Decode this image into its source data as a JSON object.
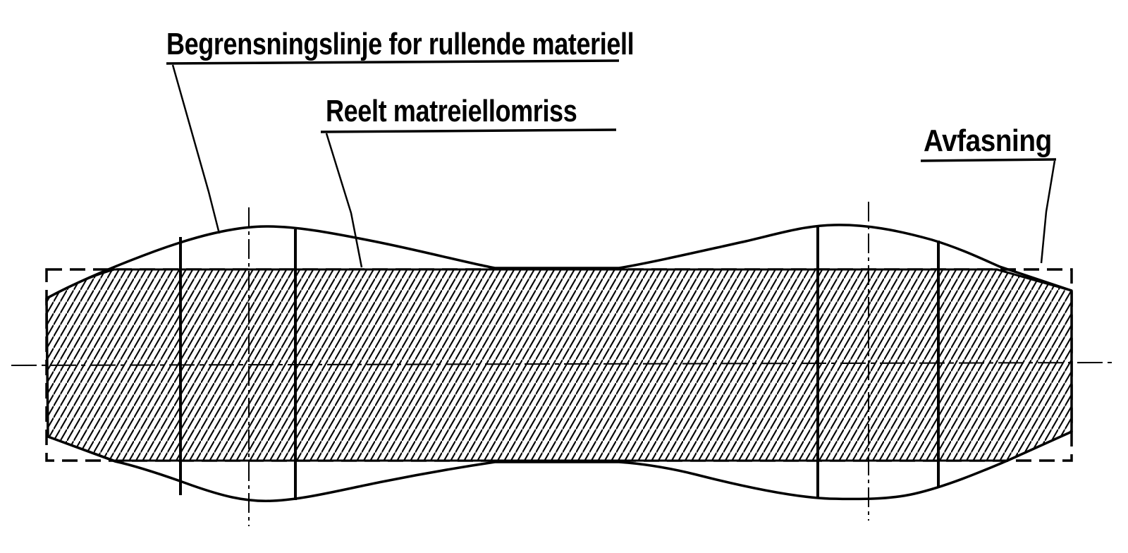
{
  "drawing": {
    "type": "technical-section-diagram",
    "language": "Norwegian",
    "colors": {
      "ink": "#000000",
      "background": "#ffffff"
    },
    "labels": {
      "limit_line": "Begrensningslinje for rullende materiell",
      "material_outline": "Reelt matreiellomriss",
      "chamfer": "Avfasning"
    },
    "features": {
      "hatched_region": "cross-section of material (diagonal hatching)",
      "dashed_rectangle": "limit boundary line",
      "solid_curve": "material outline bulging at two wheel positions",
      "centerlines": "dash-dot horizontal axis and two vertical wheel axes"
    }
  }
}
